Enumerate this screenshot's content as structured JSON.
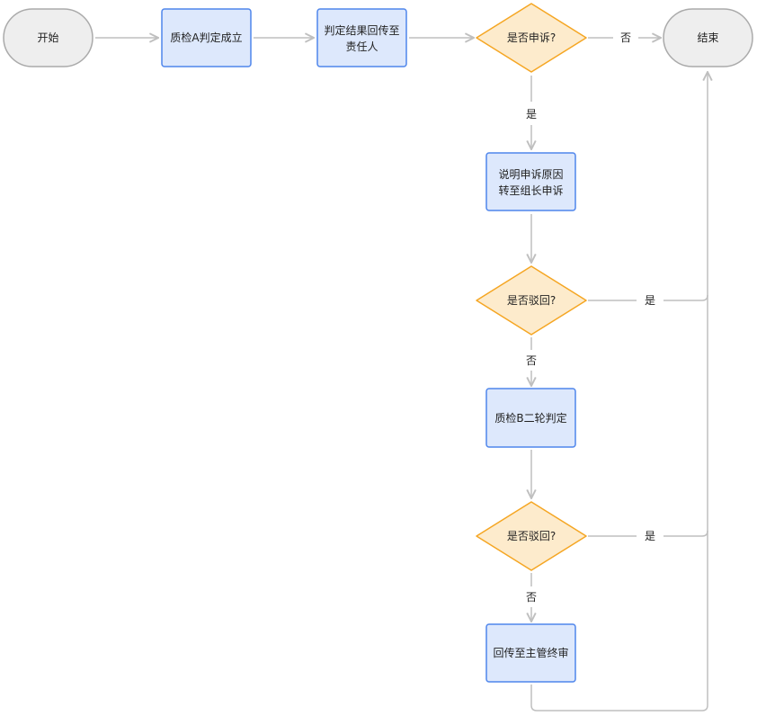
{
  "colors": {
    "terminal_fill": "#eeeeee",
    "terminal_stroke": "#aaaaaa",
    "process_fill": "#dde8fc",
    "process_stroke": "#4f86ec",
    "decision_fill": "#fdebcc",
    "decision_stroke": "#f5a623",
    "edge": "#bfbfbf"
  },
  "nodes": {
    "start": {
      "label": "开始"
    },
    "qc_a": {
      "label": "质检A判定成立"
    },
    "return": {
      "line1": "判定结果回传至",
      "line2": "责任人"
    },
    "appeal_q": {
      "label": "是否申诉?"
    },
    "end": {
      "label": "结束"
    },
    "explain": {
      "line1": "说明申诉原因",
      "line2": "转至组长申诉"
    },
    "reject_q1": {
      "label": "是否驳回?"
    },
    "qc_b": {
      "label": "质检B二轮判定"
    },
    "reject_q2": {
      "label": "是否驳回?"
    },
    "manager": {
      "label": "回传至主管终审"
    }
  },
  "edges": {
    "appeal_no": "否",
    "appeal_yes": "是",
    "reject1_yes": "是",
    "reject1_no": "否",
    "reject2_yes": "是",
    "reject2_no": "否"
  }
}
